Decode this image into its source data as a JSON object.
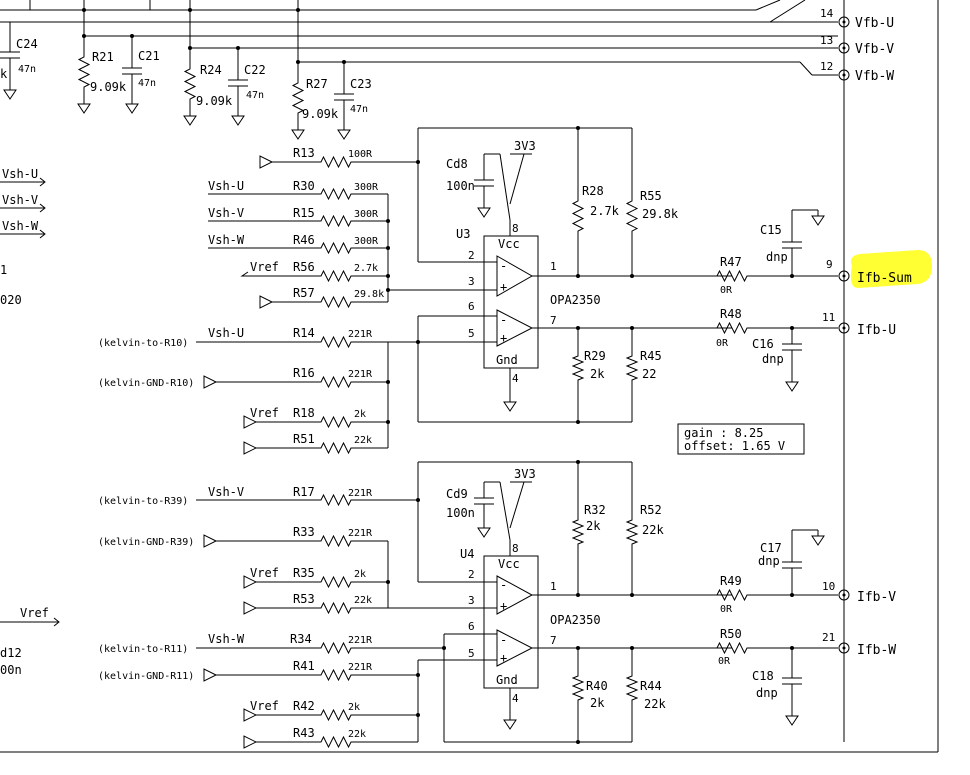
{
  "colors": {
    "wire": "#000000",
    "highlight": "#ffff33",
    "background": "#ffffff"
  },
  "connectors": [
    {
      "pin": "14",
      "name": "Vfb-U"
    },
    {
      "pin": "13",
      "name": "Vfb-V"
    },
    {
      "pin": "12",
      "name": "Vfb-W"
    },
    {
      "pin": "9",
      "name": "Ifb-Sum"
    },
    {
      "pin": "11",
      "name": "Ifb-U"
    },
    {
      "pin": "10",
      "name": "Ifb-V"
    },
    {
      "pin": "21",
      "name": "Ifb-W"
    }
  ],
  "top_filters": [
    {
      "r": "R21",
      "rv": "9.09k",
      "c": "C21",
      "cv": "47n"
    },
    {
      "r": "R24",
      "rv": "9.09k",
      "c": "C22",
      "cv": "47n"
    },
    {
      "r": "R27",
      "rv": "9.09k",
      "c": "C23",
      "cv": "47n"
    }
  ],
  "left_partial": {
    "c24": "C24",
    "c24v": "47n",
    "k": "k",
    "vsh_u": "Vsh-U",
    "vsh_v": "Vsh-V",
    "vsh_w": "Vsh-W",
    "one": "1",
    "o2o": "020",
    "vref": "Vref",
    "d12": "d12",
    "n00": "00n"
  },
  "u3": {
    "ref": "U3",
    "part": "OPA2350",
    "vcc": "Vcc",
    "gnd": "Gnd",
    "supply": "3V3",
    "cd": "Cd8",
    "cdv": "100n",
    "pins": [
      "8",
      "2",
      "3",
      "1",
      "6",
      "5",
      "7",
      "4"
    ]
  },
  "u4": {
    "ref": "U4",
    "part": "OPA2350",
    "vcc": "Vcc",
    "gnd": "Gnd",
    "supply": "3V3",
    "cd": "Cd9",
    "cdv": "100n",
    "pins": [
      "8",
      "2",
      "3",
      "1",
      "6",
      "5",
      "7",
      "4"
    ]
  },
  "sum_inputs": [
    {
      "net": "",
      "ref": "R13",
      "val": "100R"
    },
    {
      "net": "Vsh-U",
      "ref": "R30",
      "val": "300R"
    },
    {
      "net": "Vsh-V",
      "ref": "R15",
      "val": "300R"
    },
    {
      "net": "Vsh-W",
      "ref": "R46",
      "val": "300R"
    },
    {
      "net": "Vref",
      "ref": "R56",
      "val": "2.7k"
    },
    {
      "net": "",
      "ref": "R57",
      "val": "29.8k"
    }
  ],
  "u_inputs": [
    {
      "net": "Vsh-U",
      "tag": "(kelvin-to-R10)",
      "ref": "R14",
      "val": "221R"
    },
    {
      "net": "",
      "tag": "(kelvin-GND-R10)",
      "ref": "R16",
      "val": "221R"
    },
    {
      "net": "Vref",
      "tag": "",
      "ref": "R18",
      "val": "2k"
    },
    {
      "net": "",
      "tag": "",
      "ref": "R51",
      "val": "22k"
    }
  ],
  "v_inputs": [
    {
      "net": "Vsh-V",
      "tag": "(kelvin-to-R39)",
      "ref": "R17",
      "val": "221R"
    },
    {
      "net": "",
      "tag": "(kelvin-GND-R39)",
      "ref": "R33",
      "val": "221R"
    },
    {
      "net": "Vref",
      "tag": "",
      "ref": "R35",
      "val": "2k"
    },
    {
      "net": "",
      "tag": "",
      "ref": "R53",
      "val": "22k"
    }
  ],
  "w_inputs": [
    {
      "net": "Vsh-W",
      "tag": "(kelvin-to-R11)",
      "ref": "R34",
      "val": "221R"
    },
    {
      "net": "",
      "tag": "(kelvin-GND-R11)",
      "ref": "R41",
      "val": "221R"
    },
    {
      "net": "Vref",
      "tag": "",
      "ref": "R42",
      "val": "2k"
    },
    {
      "net": "",
      "tag": "",
      "ref": "R43",
      "val": "22k"
    }
  ],
  "feedback": {
    "r28": "R28",
    "r28v": "2.7k",
    "r55": "R55",
    "r55v": "29.8k",
    "r29": "R29",
    "r29v": "2k",
    "r45": "R45",
    "r45v": "22",
    "r32": "R32",
    "r32v": "2k",
    "r52": "R52",
    "r52v": "22k",
    "r40": "R40",
    "r40v": "2k",
    "r44": "R44",
    "r44v": "22k"
  },
  "outputs": {
    "r47": "R47",
    "r47v": "0R",
    "r48": "R48",
    "r48v": "0R",
    "r49": "R49",
    "r49v": "0R",
    "r50": "R50",
    "r50v": "0R",
    "c15": "C15",
    "c16": "C16",
    "c17": "C17",
    "c18": "C18",
    "dnp": "dnp"
  },
  "note": {
    "line1": "gain   : 8.25",
    "line2": "offset: 1.65 V"
  }
}
